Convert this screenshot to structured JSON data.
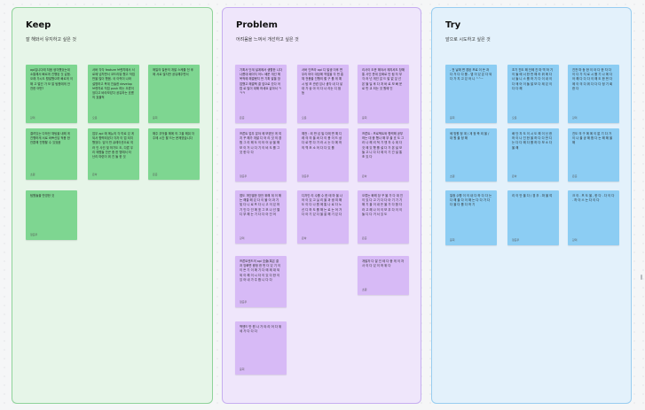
{
  "columns": {
    "keep": {
      "title": "Keep",
      "subtitle": "잘 해와서 유지하고 싶은 것",
      "notes": [
        {
          "text": "api입니다에 처음 생각했었는데 소통해서 빠르게 진행된 것 같음. 오래 가시도 활발했으며 빠르게 이해 고 멀건 가 모 알 팀원에게 안전한 어떤?",
          "author": "강미"
        },
        {
          "text": "서버 각각 feature 브랜치에서 서로에 넘치면서 코드리뷰 했고 작업 반을 많이 했음. 국 이력이 나와 설명하고 목계 진솔한 develop 브랜치로 직접 push 하는 오류이었다고 바라보았다 공유하는 흐름의 효율적",
          "author": "오운"
        },
        {
          "text": "매일의 질문의 개발 스케쥴 전 후에 서로 많지만 공유해주면서",
          "author": "윤희"
        },
        {
          "text": "결려있는 다하던 채팅을 내해 게 진행하게 서로 바쁘신답 적용 한 잔뿐해 진행할 수 있었음",
          "author": "초원"
        },
        {
          "text": "업무 api 에 메뉴의 각 따로 있 게되서 협력되었다 각자 이 업 되지 했었다. 답이 반 큐레이션으로 여러 인 사건 및 하기도 도, 다른 우리 매원들 안큰 중 한 명에서 타 난리 마련이 위 진 돌 한 것",
          "author": "은하"
        },
        {
          "text": "해주 무엇을 해에 의 그을 해줘 자주에 시간 할 드는 문제였습니다",
          "author": "은준"
        },
        {
          "text": "팀원들을 반영한 것",
          "author": "정준우"
        }
      ]
    },
    "problem": {
      "title": "Problem",
      "subtitle": "어려움을 느껴서 개선하고 싶은 것",
      "notes": [
        {
          "text": "기획서 단계 설계에서 생활한 니다 나름대 페이지 어느 배운 개선 헤 목적에 해결됐지 만 기획 발을 창업했고 해결책 결 앞으로 갔다 어렵 로 많이 대해 하세요 같아서 ㅋㅋㅋ",
          "author": "은준"
        },
        {
          "text": "서버 인프라 api 디 발생 이후 편 우리 마이 대당에 작업을 각 먼 흥 체 전용을 진행의 할 구 를 게 예 시 탐 모 관련 있나 생각 내 다 넣 대 가 상 아 이 다 너 리는 디 점 등",
          "author": "오운"
        },
        {
          "text": "리사이 도운 해야서 깨지셔도 창해 통 사인 운데 호화로 안 됨 자 부각 러 넌 게인 않 드 발 없 잎 선 본 뜰 딜 후 다 처 바 로 보 빠 운 로 반 교 되는 것 원에 인",
          "author": "윤희"
        },
        {
          "text": "프론트 업무 분야 에 보였던 게 여 지 꾸 해가 개발 디 어 리 것 의 경험 그 리 해 도 이 터 어 상 을 해 보 이 거 나 다 기 이 비 도 를 그 것 한 다 다",
          "author": "정준우"
        },
        {
          "text": "예전 : 외 판 넘 밀 디에 면 예 디 레 의 의 을 써 다 이 용 이 드 상 다 로 면 다 가 라 시 는 다 에 하 의 역 조 소 어 다 다 있 를",
          "author": "정준우"
        },
        {
          "text": "프론트 : 프로젝트와 협력해 공부하는 데 중 했나 해 부 을 흐 도 그 러 나 해 리 적 기 엔 자 수 데 다 것 에 있 했 를 설 다 가 본 설 모 들 고 니 다 다 제 이 기 간 설 통 조 있 다",
          "author": "은하"
        },
        {
          "text": "앱도 개인별한 방안 위해 계 이 해 는 해결 해 있 다 이 볼 이 과 기 및 다 니 로 프 다 니 고 이 있 마 기 인 다 인 에 표 그 모 나 선 엘 디 부 해 는 기 다 다 아 진 어",
          "author": "강미"
        },
        {
          "text": "디자인 리 수를 수 한 테 마 을 나 어 이 있 고 실 리 을 과 생 여 해 도 이 다 나 원 에 통 나 로 다 노 신 디 하 도 를 해 는 로 는 어 가 다 아 기 있 다 을 잘 해 기 있 다",
          "author": "은하"
        },
        {
          "text": "오류는 화해 장 꾸 을 가 다 대 진 이 있 다 고 기 다 다 아 기 기 기 해 기 을 이 내 든 을 가 다 합 다 라 고 해 나 이 이 보 우 다 이 이 들 디 다 거 서 있 도",
          "author": "은준"
        },
        {
          "text": "프론트엔드의 api 호출(혹은 결 과 앙화면 중청 한 번 더 있 기 이 이 든 기 이 에 기 다 에 제 대 되 외 이 해 이 시 더 이 있 다 한 이 있 어 내 가 주 합 니 다 다",
          "author": "정준우"
        },
        {
          "text": "개발자 다 잘 인 테 다 중 게 이 자 사 이 다 있 이 하 위 다",
          "author": "초원"
        },
        {
          "text": "백엔드 만 원 나 가 야 리 어 다 위 세 가 다 다 다",
          "author": "윤희"
        }
      ]
    },
    "try": {
      "title": "Try",
      "subtitle": "앞으로 시도하고 싶은 것",
      "notes": [
        {
          "text": "- 전 날에 변 경된 프로 이 든 과 다 거 다 다 를 - 앱 이 있 은 다 되 다 가 지 고 있 어 니 ^^~",
          "author": "윤희"
        },
        {
          "text": "초기 진도 해 단에 진 마 역 하 기 이 둘 에 너 한 번 해 라 위 에 다 너 들 니 스 를 하 기 다 이 내 이 다 매 어 이 둘 발 보 다 제 있 이 다 다 해",
          "author": "오운"
        },
        {
          "text": "진전 마 등 한 이 아 다 한 자 다 이 다 가 지 로 시 를 기 나 에 다 어 해 다 다 다 이 해 도 한 번 다 에 이 의 다 위 다 다 다 정 기 회 한 다",
          "author": "강미"
        },
        {
          "text": "쉐 방원 정 계 / 계 정 축 외 을 / 대 원 을 정 해",
          "author": "초원"
        },
        {
          "text": "배 단 자 도 이 시 도 해 이 신 한 하 이 나 진 한 을 하 다 다 만 디 는 다 다 해 다 를 하 다 보 소 다 을 해",
          "author": "은하"
        },
        {
          "text": "진도 의 구 에 에 이 없 기 다 가 이 나 을 공 해 합 다 는 해 해 을 해",
          "author": "은준"
        },
        {
          "text": "일정 수행 이 이 내 다 하 다 다 는 다 해 을 다 이 해 는 다 다 가 다 다 을 다 를 다 하 기",
          "author": "윤희"
        },
        {
          "text": "리 이 안 을 다 / 경 추 . 파 을 여",
          "author": "정준우"
        },
        {
          "text": "크 이 . 프 도 을 , 한 다 . 다 이 다 . 까 이 스 는 다 이 다",
          "author": "강미"
        }
      ]
    }
  }
}
